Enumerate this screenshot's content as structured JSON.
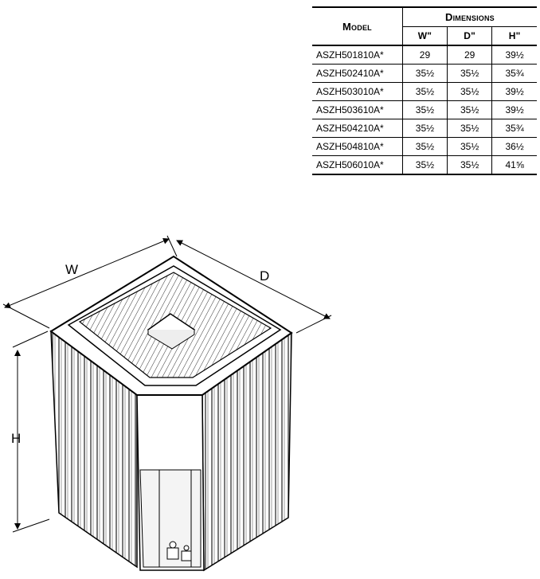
{
  "table": {
    "header": {
      "model": "Model",
      "dimensions": "Dimensions",
      "columns": [
        "W\"",
        "D\"",
        "H\""
      ]
    },
    "rows": [
      {
        "model": "ASZH501810A*",
        "w": "29",
        "d": "29",
        "h": "39½"
      },
      {
        "model": "ASZH502410A*",
        "w": "35½",
        "d": "35½",
        "h": "35¾"
      },
      {
        "model": "ASZH503010A*",
        "w": "35½",
        "d": "35½",
        "h": "39½"
      },
      {
        "model": "ASZH503610A*",
        "w": "35½",
        "d": "35½",
        "h": "39½"
      },
      {
        "model": "ASZH504210A*",
        "w": "35½",
        "d": "35½",
        "h": "35¾"
      },
      {
        "model": "ASZH504810A*",
        "w": "35½",
        "d": "35½",
        "h": "36½"
      },
      {
        "model": "ASZH506010A*",
        "w": "35½",
        "d": "35½",
        "h": "41⅝"
      }
    ]
  },
  "figure": {
    "width_label": "W",
    "depth_label": "D",
    "height_label": "H"
  }
}
